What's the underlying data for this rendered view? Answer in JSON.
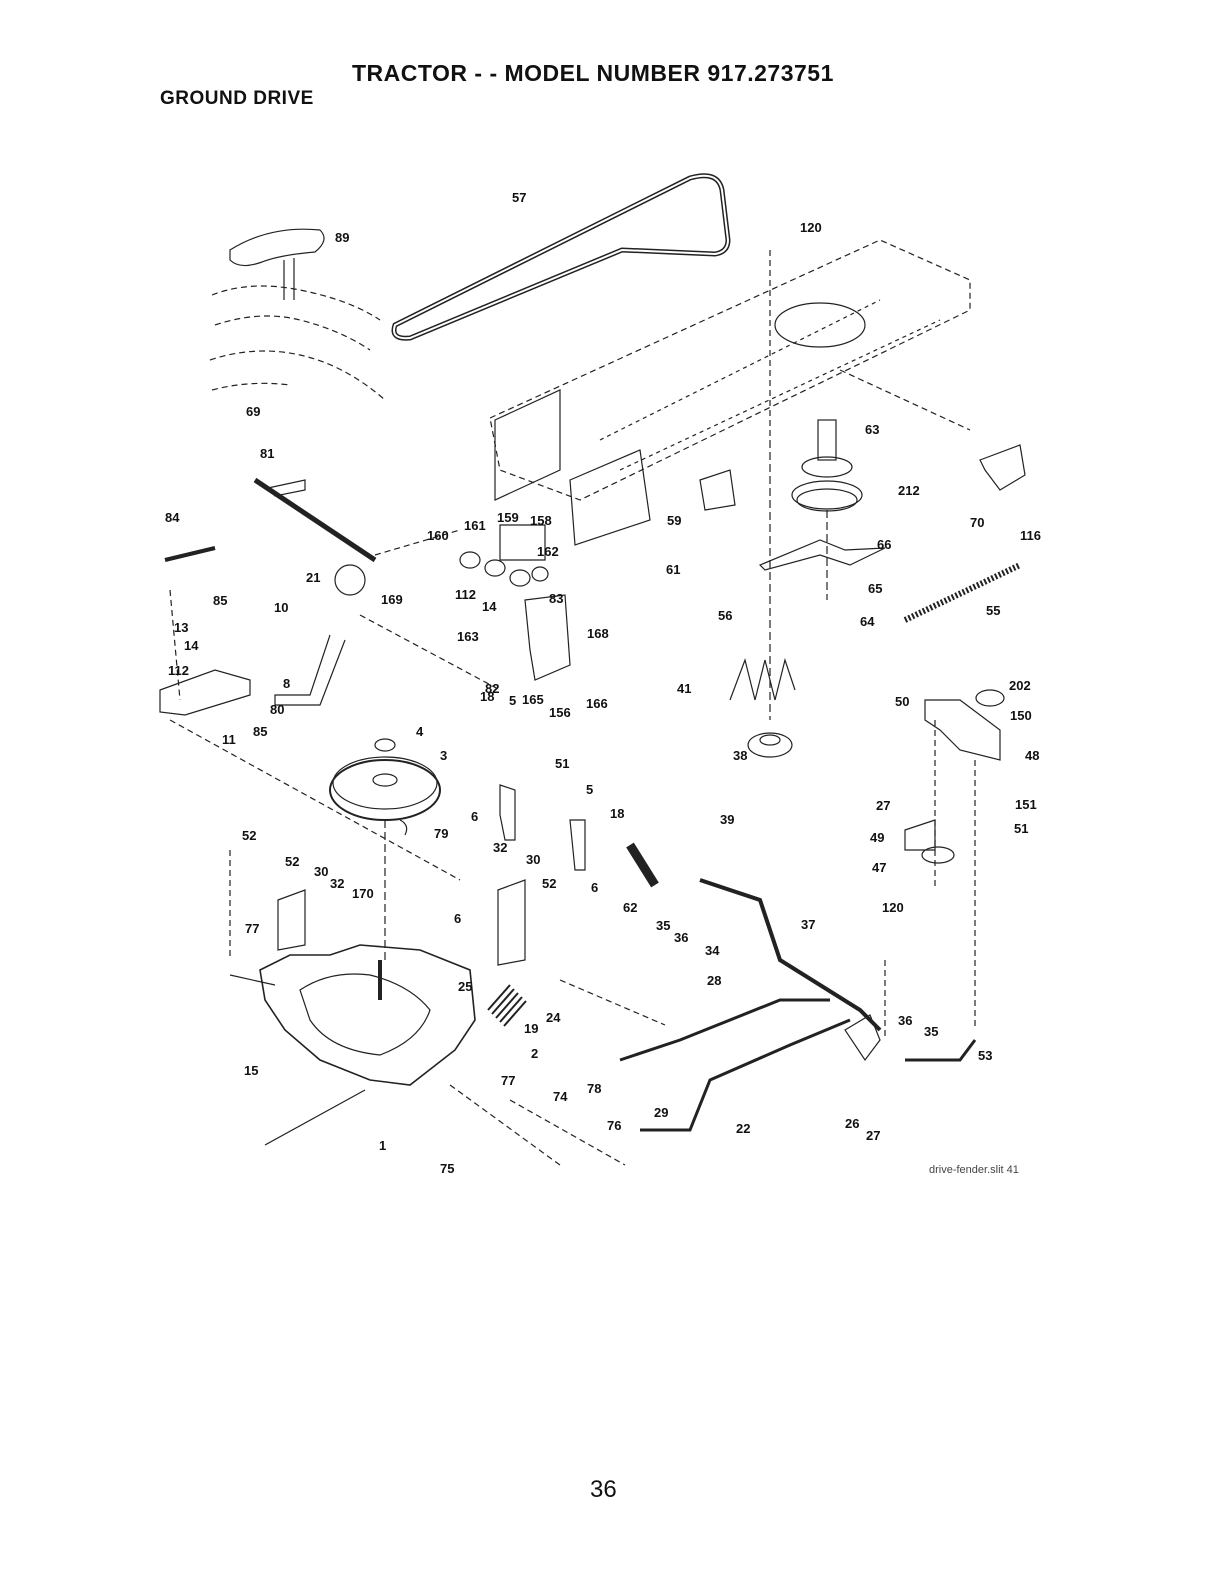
{
  "header": {
    "title": "TRACTOR - - MODEL NUMBER 917.273751",
    "section": "GROUND DRIVE"
  },
  "diagram": {
    "callouts": [
      "57",
      "120",
      "89",
      "69",
      "81",
      "84",
      "85",
      "13",
      "14",
      "112",
      "80",
      "85",
      "11",
      "21",
      "10",
      "8",
      "160",
      "161",
      "159",
      "158",
      "162",
      "169",
      "112",
      "14",
      "83",
      "163",
      "168",
      "82",
      "165",
      "156",
      "166",
      "59",
      "61",
      "56",
      "63",
      "212",
      "70",
      "116",
      "66",
      "65",
      "64",
      "55",
      "41",
      "50",
      "202",
      "150",
      "48",
      "38",
      "39",
      "27",
      "151",
      "51",
      "49",
      "47",
      "120",
      "4",
      "3",
      "79",
      "18",
      "5",
      "51",
      "6",
      "5",
      "18",
      "6",
      "52",
      "52",
      "30",
      "32",
      "170",
      "32",
      "30",
      "52",
      "77",
      "6",
      "62",
      "35",
      "36",
      "34",
      "37",
      "25",
      "24",
      "19",
      "2",
      "28",
      "36",
      "35",
      "53",
      "15",
      "77",
      "29",
      "74",
      "78",
      "76",
      "22",
      "26",
      "27",
      "1",
      "75"
    ],
    "file_label": "drive-fender.slit 41"
  },
  "footer": {
    "page_number": "36"
  }
}
